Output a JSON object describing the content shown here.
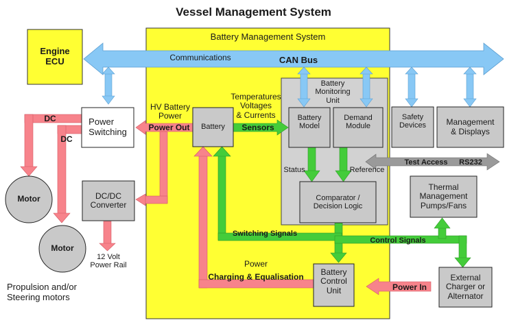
{
  "title": "Vessel Management System",
  "bms_title": "Battery Management System",
  "can_bus": {
    "communications_label": "Communications",
    "bus_label": "CAN Bus"
  },
  "blocks": {
    "engine_ecu": "Engine\nECU",
    "power_switching": "Power\nSwitching",
    "dc_dc_converter": "DC/DC\nConverter",
    "battery": "Battery",
    "battery_monitoring_unit": "Battery\nMonitoring\nUnit",
    "battery_model": "Battery\nModel",
    "demand_module": "Demand\nModule",
    "comparator": "Comparator /\nDecision Logic",
    "safety_devices": "Safety\nDevices",
    "management_displays": "Management\n& Displays",
    "thermal_management": "Thermal\nManagement\nPumps/Fans",
    "battery_control_unit": "Battery\nControl\nUnit",
    "external_charger": "External\nCharger or\nAlternator",
    "motor_1": "Motor",
    "motor_2": "Motor"
  },
  "labels": {
    "hv_battery_power": "HV Battery\nPower",
    "power_out": "Power Out",
    "temps_voltages_currents": "Temperatures\nVoltages\n& Currents",
    "sensors": "Sensors",
    "status": "Status",
    "reference": "Reference",
    "test_access": "Test Access",
    "rs232": "RS232",
    "dc_1": "DC",
    "dc_2": "DC",
    "twelve_volt_rail": "12 Volt\nPower Rail",
    "switching_signals": "Switching Signals",
    "control_signals": "Control Signals",
    "power": "Power",
    "charging_equalisation": "Charging & Equalisation",
    "power_in": "Power In",
    "propulsion": "Propulsion and/or\nSteering motors"
  },
  "colors": {
    "bms_panel": "#ffff33",
    "can_bus": "#88c8f5",
    "power_arrow": "#f7838b",
    "signal_arrow": "#44cc3a",
    "test_arrow": "#9a9a9a",
    "block_grey": "#c9c9c9",
    "monitor_panel": "#d2d2d2"
  }
}
